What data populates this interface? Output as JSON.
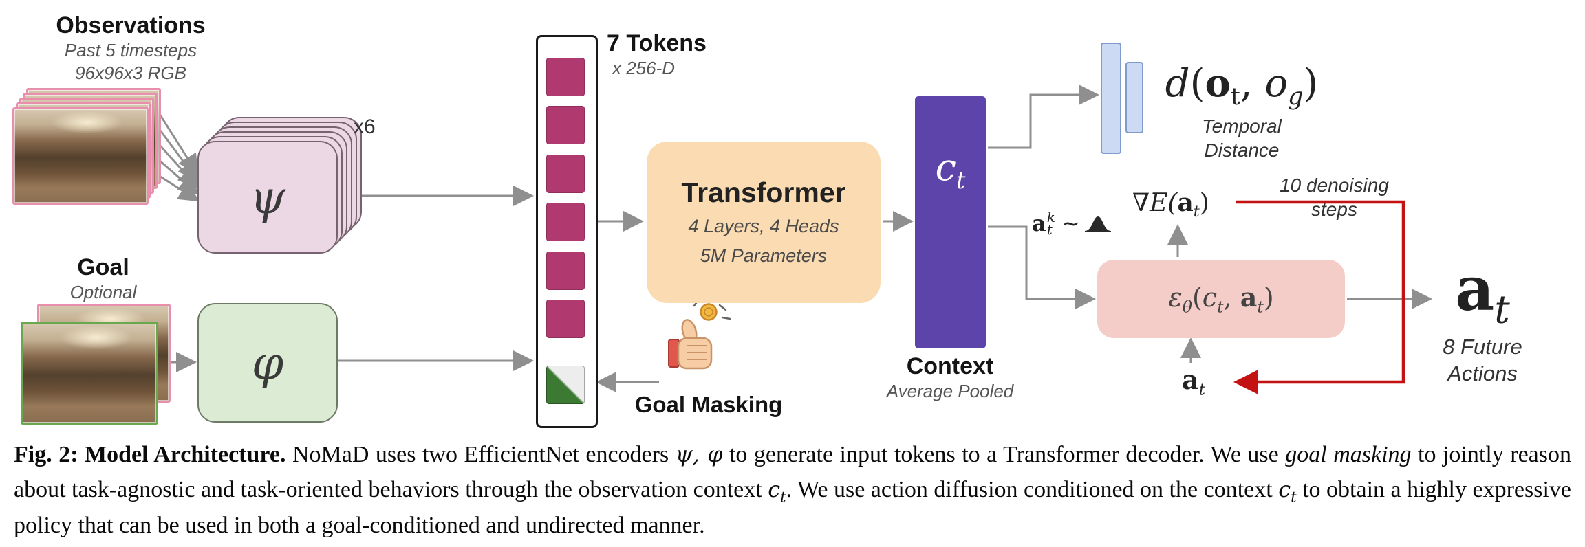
{
  "observations": {
    "title": "Observations",
    "subtitle1": "Past 5 timesteps",
    "subtitle2": "96x96x3 RGB"
  },
  "goal": {
    "title": "Goal",
    "subtitle": "Optional"
  },
  "encoders": {
    "psi": "ψ",
    "phi": "φ",
    "stack_multiplier": "x6"
  },
  "tokens": {
    "title": "7 Tokens",
    "dim": "x 256-D"
  },
  "goal_masking": {
    "label": "Goal Masking"
  },
  "transformer": {
    "title": "Transformer",
    "detail1": "4 Layers, 4 Heads",
    "detail2": "5M Parameters"
  },
  "context": {
    "symbol_base": "c",
    "symbol_sub": "t",
    "title": "Context",
    "subtitle": "Average Pooled"
  },
  "distance": {
    "label": "Temporal Distance",
    "math": {
      "d": "d",
      "open": "(",
      "o1": "o",
      "sub1": "t",
      "sep": ", ",
      "o2": "o",
      "sub2": "g",
      "close": ")"
    }
  },
  "diffusion": {
    "sample": {
      "a": "a",
      "sup": "k",
      "sub": "t",
      "sim": "∼"
    },
    "grad": {
      "pre": "∇E(",
      "a": "a",
      "sub": "t",
      "close": ")"
    },
    "steps": "10 denoising steps",
    "eps": {
      "e": "ε",
      "th": "θ",
      "open": "(",
      "c": "c",
      "csub": "t",
      "sep": ", ",
      "a": "a",
      "asub": "t",
      "close": ")"
    },
    "at_base": "a",
    "at_sub": "t"
  },
  "output": {
    "at_base": "a",
    "at_sub": "t",
    "line1": "8 Future",
    "line2": "Actions"
  },
  "caption": {
    "segments": [
      {
        "text": "Fig. 2: Model Architecture.",
        "style": "bold"
      },
      {
        "text": " NoMaD uses two EfficientNet encoders ",
        "style": "plain"
      },
      {
        "text": "ψ, φ",
        "style": "math"
      },
      {
        "text": " to generate input tokens to a Transformer decoder. We use ",
        "style": "plain"
      },
      {
        "text": "goal masking",
        "style": "italic"
      },
      {
        "text": " to jointly reason about task-agnostic and task-oriented behaviors through the observation context ",
        "style": "plain"
      },
      {
        "text": "c",
        "sub": "t",
        "style": "math"
      },
      {
        "text": ". We use action diffusion conditioned on the context ",
        "style": "plain"
      },
      {
        "text": "c",
        "sub": "t",
        "style": "math"
      },
      {
        "text": " to obtain a highly expressive policy that can be used in both a goal-conditioned and undirected manner.",
        "style": "plain"
      }
    ]
  },
  "colors": {
    "obs_token": "#b03a6f",
    "goal_token_green": "#3c7a33",
    "psi_fill": "#ecd7e5",
    "phi_fill": "#dcebd4",
    "transformer_fill": "#fbdcb2",
    "context_fill": "#5d44ab",
    "distance_fill": "#cddaf3",
    "diffusion_fill": "#f5cdc8",
    "arrow_gray": "#8f8f8f",
    "arrow_red": "#c41111",
    "obs_border": "#e98fae",
    "goal_border": "#69a84f"
  }
}
